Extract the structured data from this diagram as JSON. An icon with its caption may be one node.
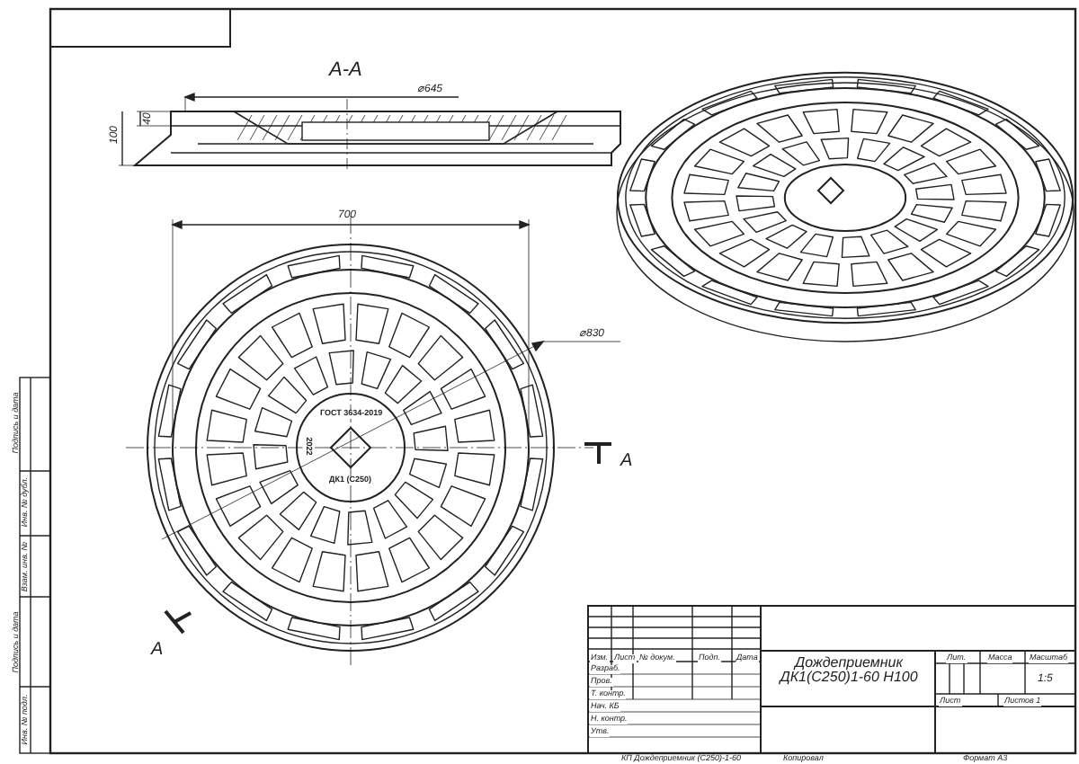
{
  "diagram": {
    "labels": [
      "А-А",
      "⌀645",
      "40",
      "100",
      "700",
      "⌀830",
      "ГОСТ 3634-2019",
      "ДК1 (С250)",
      "2022",
      "А",
      "А",
      "Подпись и дата",
      "Инв. № дубл.",
      "Взам. инв. №",
      "Подпись и дата",
      "Инв. № подл.",
      "Изм.",
      "Лист",
      "№ докум.",
      "Подп.",
      "Дата",
      "Разраб.",
      "Пров.",
      "Т. контр.",
      "Нач. КБ",
      "Н. контр.",
      "Утв.",
      "Дождеприемник ДК1(С250)1-60 Н100",
      "Лит.",
      "Масса",
      "Масштаб",
      "1:5",
      "Лист",
      "Листов 1",
      "КП Дождеприемник (С250)-1-60",
      "Копировал",
      "Формат А3"
    ]
  }
}
